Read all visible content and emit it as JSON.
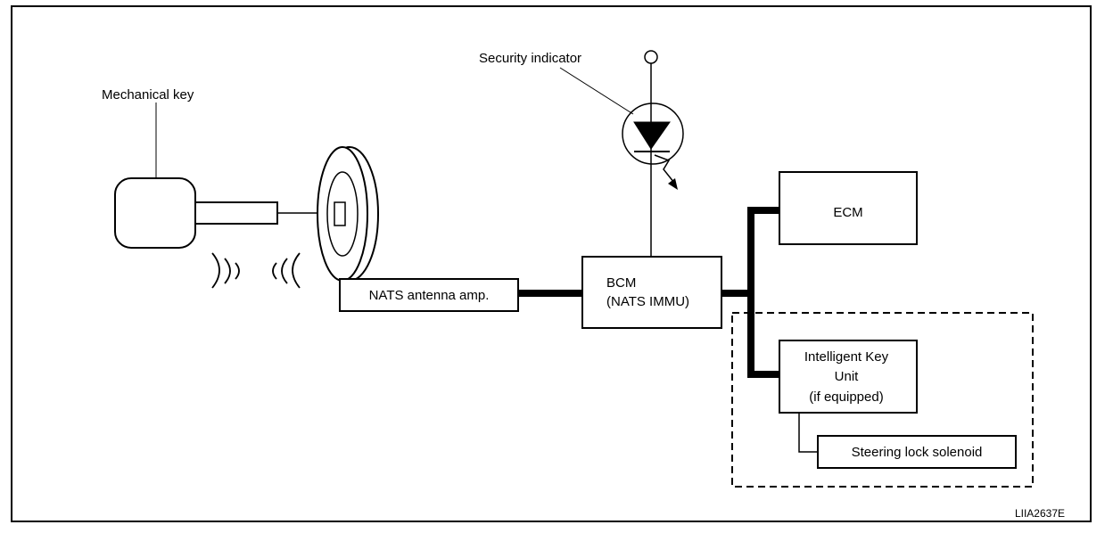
{
  "labels": {
    "mechanical_key": "Mechanical key",
    "security_indicator": "Security indicator",
    "diagram_code": "LIIA2637E"
  },
  "boxes": {
    "nats_antenna_amp": "NATS antenna amp.",
    "bcm_line1": "BCM",
    "bcm_line2": "(NATS IMMU)",
    "ecm": "ECM",
    "intelligent_key_line1": "Intelligent Key",
    "intelligent_key_line2": "Unit",
    "intelligent_key_line3": "(if equipped)",
    "steering_lock_solenoid": "Steering lock solenoid"
  },
  "colors": {
    "line": "#000000",
    "background": "#ffffff"
  }
}
